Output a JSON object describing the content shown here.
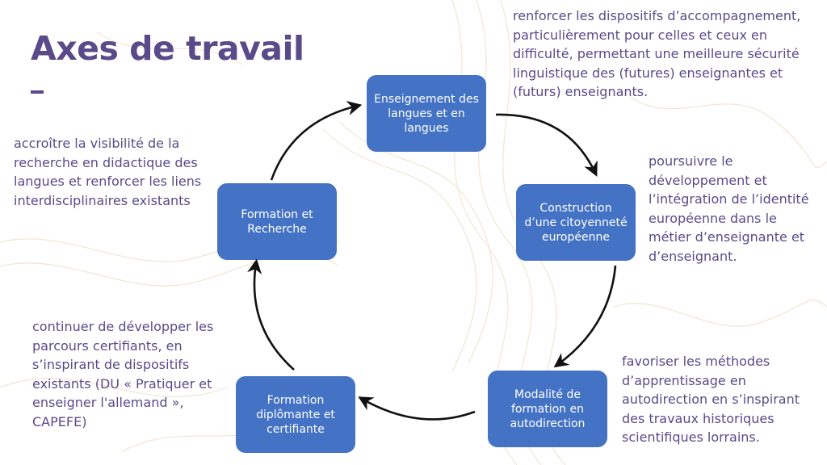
{
  "title": "Axes de travail",
  "colors": {
    "title": "#5a4a8a",
    "node_fill": "#4472c4",
    "node_text": "#ffffff",
    "desc_text": "#5a4a8a",
    "arrow": "#111111",
    "background_pattern": "#f1e6d2"
  },
  "nodes": {
    "langues": "Enseignement des langues et en langues",
    "citoyennete": "Construction d’une citoyenneté européenne",
    "autodirection": "Modalité de formation en autodirection",
    "diplomante": "Formation diplômante et certifiante",
    "recherche": "Formation et Recherche"
  },
  "descriptions": {
    "langues": "renforcer les dispositifs d’accompagnement, particulièrement pour celles et ceux en difficulté, permettant une meilleure sécurité linguistique des (futures) enseignantes et (futurs) enseignants.",
    "citoyennete": "poursuivre le développement et l’intégration de l’identité européenne dans le métier d’enseignante et d’enseignant.",
    "autodirection": "favoriser les méthodes d’apprentissage en autodirection en s’inspirant des travaux historiques scientifiques lorrains.",
    "diplomante": "continuer de développer les parcours certifiants, en s’inspirant de dispositifs existants (DU « Pratiquer et enseigner l'allemand », CAPEFE)",
    "recherche": "accroître la visibilité de la recherche en didactique des langues et renforcer les liens interdisciplinaires existants"
  }
}
